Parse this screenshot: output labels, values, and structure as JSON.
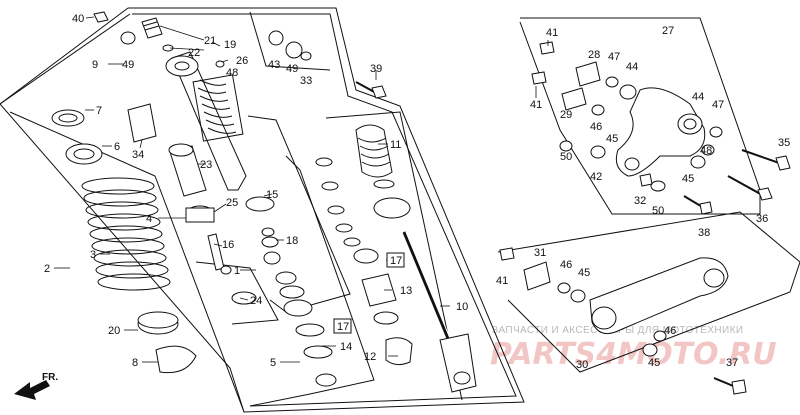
{
  "diagram": {
    "callouts": {
      "n40": "40",
      "n9": "9",
      "n49a": "49",
      "n21": "21",
      "n22": "22",
      "n19": "19",
      "n26": "26",
      "n48a": "48",
      "n43": "43",
      "n49b": "49",
      "n33": "33",
      "n7": "7",
      "n34": "34",
      "n6": "6",
      "n23": "23",
      "n25": "25",
      "n15": "15",
      "n4": "4",
      "n16": "16",
      "n18": "18",
      "n1": "1",
      "n24": "24",
      "n2": "2",
      "n3": "3",
      "n20": "20",
      "n8": "8",
      "n5": "5",
      "n14": "14",
      "n17a": "17",
      "n11": "11",
      "n13": "13",
      "n17b": "17",
      "n10": "10",
      "n12": "12",
      "n39": "39",
      "n27": "27",
      "n41a": "41",
      "n41b": "41",
      "n28": "28",
      "n47a": "47",
      "n44a": "44",
      "n29": "29",
      "n46a": "46",
      "n45a": "45",
      "n44b": "44",
      "n47b": "47",
      "n50a": "50",
      "n42": "42",
      "n48b": "48",
      "n45b": "45",
      "n32": "32",
      "n50b": "50",
      "n35": "35",
      "n36": "36",
      "n38": "38",
      "n41c": "41",
      "n31": "31",
      "n46b": "46",
      "n45c": "45",
      "n30": "30",
      "n46c": "46",
      "n45d": "45",
      "n37": "37"
    },
    "direction_label": "FR."
  },
  "watermark": {
    "caption": "ЗАПЧАСТИ И АКСЕССУАРЫ ДЛЯ МОТОТЕХНИКИ",
    "logo": "PARTS4MOTO.RU",
    "accent_color": "#e05050"
  }
}
